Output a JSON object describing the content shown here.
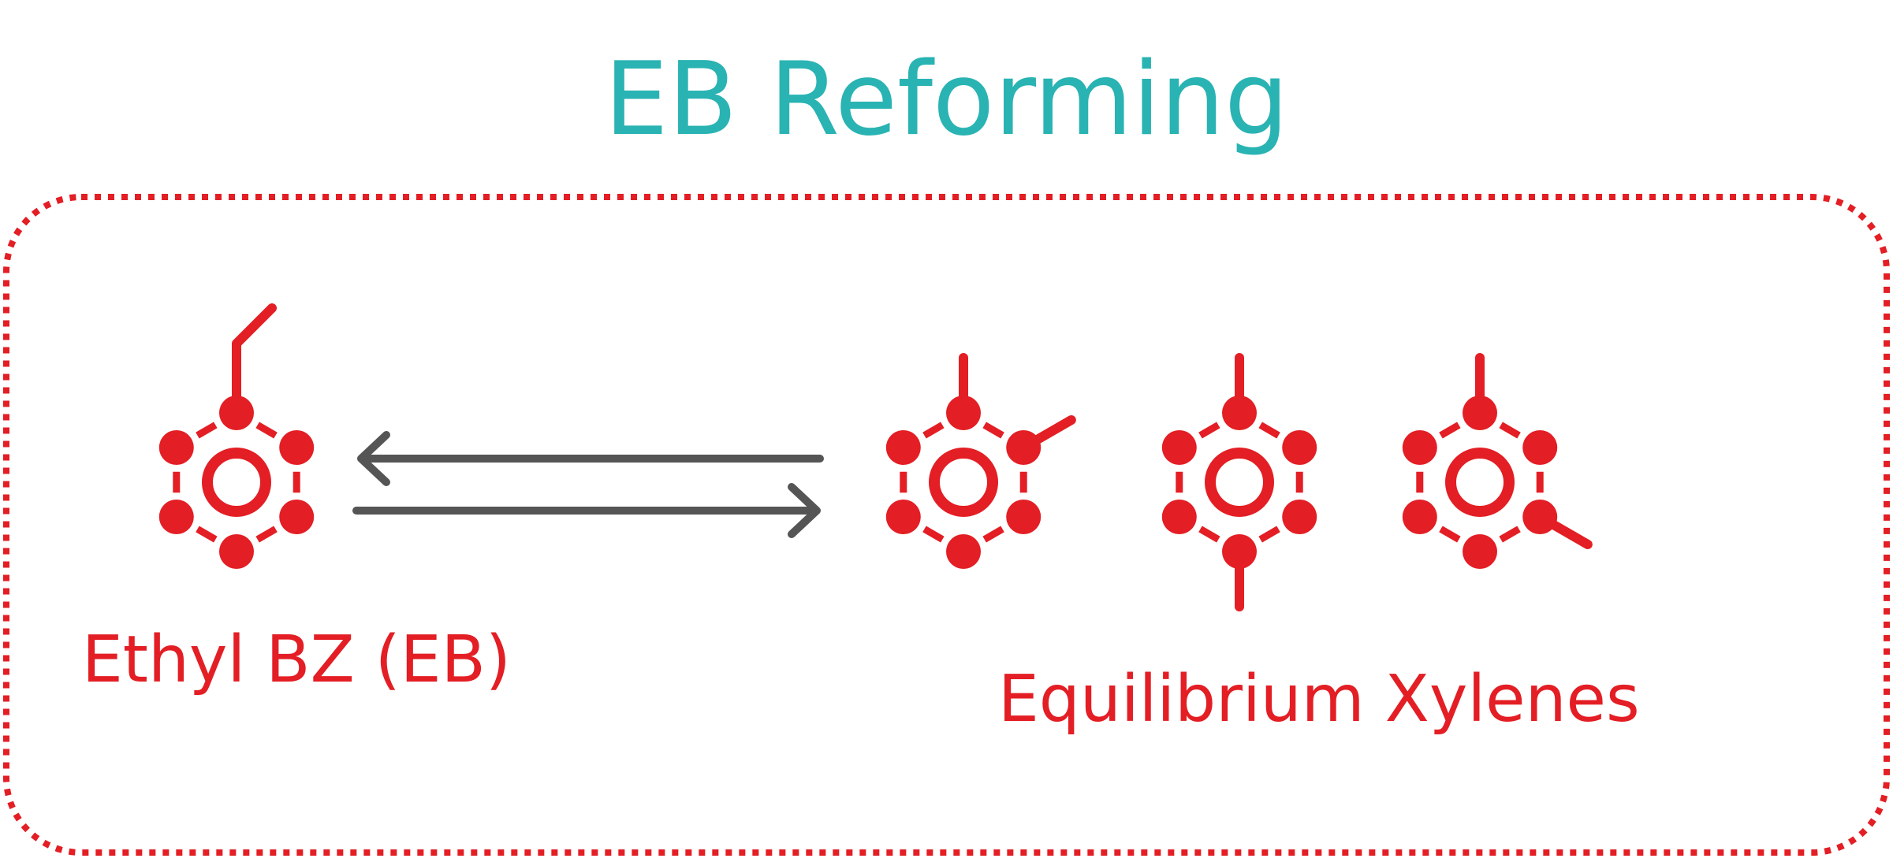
{
  "title": "EB Reforming",
  "reactant_label": "Ethyl BZ (EB)",
  "product_label": "Equilibrium Xylenes",
  "colors": {
    "title": "#2ab3b3",
    "accent": "#e31e24",
    "arrow": "#555555",
    "background": "#ffffff"
  },
  "molecules": [
    {
      "name": "ethylbenzene",
      "substituents": [
        "ethyl-top"
      ]
    },
    {
      "name": "o-xylene",
      "substituents": [
        "methyl-top",
        "methyl-upper-right"
      ]
    },
    {
      "name": "p-xylene",
      "substituents": [
        "methyl-top",
        "methyl-bottom"
      ]
    },
    {
      "name": "m-xylene",
      "substituents": [
        "methyl-top",
        "methyl-lower-right"
      ]
    }
  ]
}
